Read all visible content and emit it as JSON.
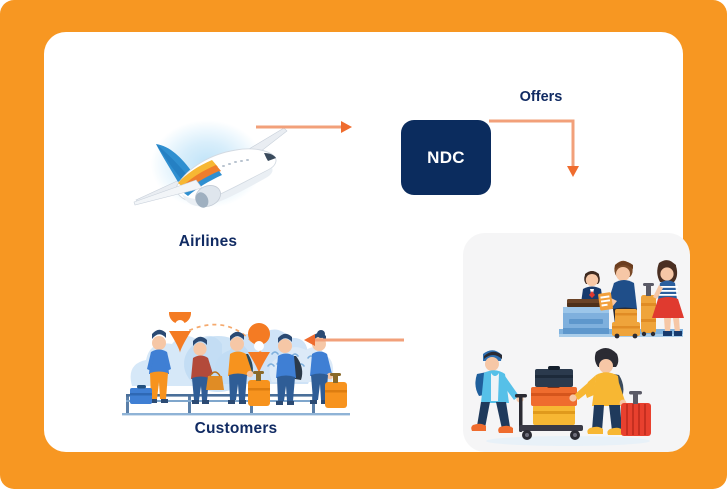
{
  "diagram": {
    "title_nodes": {
      "airlines": "Airlines",
      "ndc": "NDC",
      "customers": "Customers"
    },
    "edges": {
      "airlines_to_ndc": "",
      "ndc_to_airport": "Offers",
      "airport_to_customers": ""
    },
    "colors": {
      "outer_frame": "#f79722",
      "card": "#ffffff",
      "ndc_box": "#0b2c5e",
      "label_text": "#112b63",
      "arrow_line": "#f2a07a",
      "arrow_head": "#ef6c2e",
      "panel_bg": "#f5f5f6",
      "illustration_blue": "#3f7fd4",
      "illustration_orange": "#f7931e"
    },
    "icons": {
      "airplane": "airplane-icon",
      "location_pin": "location-pin-icon",
      "suitcase": "suitcase-icon",
      "luggage_cart": "luggage-cart-icon",
      "check_in_counter": "check-in-counter-icon",
      "arrow_right": "arrow-right-icon",
      "arrow_left": "arrow-left-icon",
      "arrow_elbow_down": "arrow-elbow-down-icon"
    },
    "flow_description": {
      "step_1": "Airlines",
      "step_2": "NDC",
      "step_3": "Offers",
      "step_4": "Customers"
    }
  }
}
